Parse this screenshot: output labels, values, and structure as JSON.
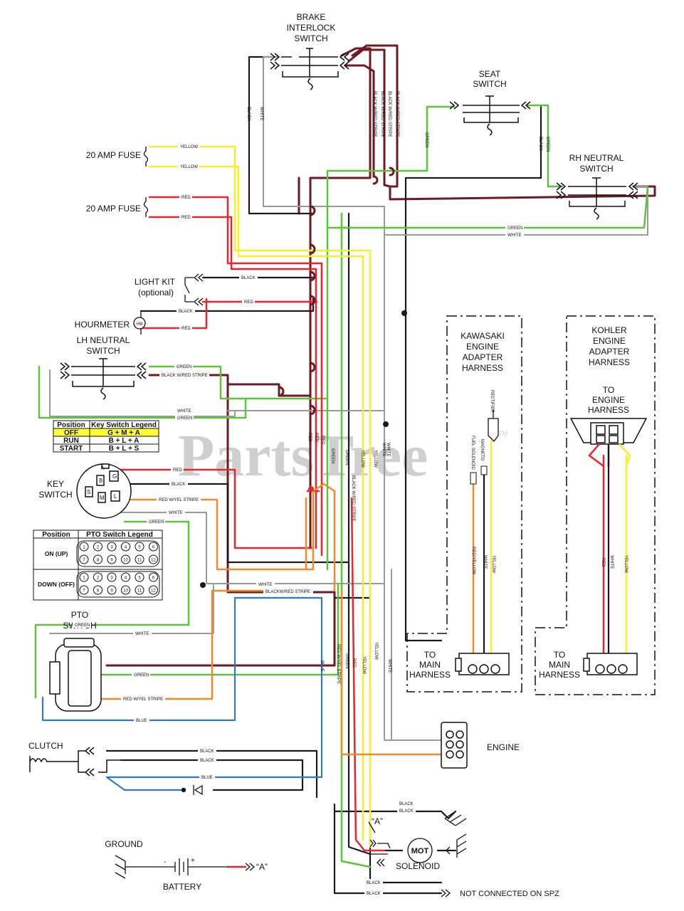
{
  "watermark": "PartsTree",
  "watermark_tm": "TM",
  "components": {
    "brake_interlock": [
      "BRAKE",
      "INTERLOCK",
      "SWITCH"
    ],
    "seat_switch": [
      "SEAT",
      "SWITCH"
    ],
    "rh_neutral": [
      "RH NEUTRAL",
      "SWITCH"
    ],
    "fuse_1": "20 AMP FUSE",
    "fuse_2": "20 AMP FUSE",
    "light_kit": [
      "LIGHT KIT",
      "(optional)"
    ],
    "hourmeter": "HOURMETER",
    "hourmeter_symbol": "HM",
    "lh_neutral": [
      "LH NEUTRAL",
      "SWITCH"
    ],
    "key_switch": [
      "KEY",
      "SWITCH"
    ],
    "pto_switch": [
      "PTO",
      "SWITCH"
    ],
    "kawasaki": [
      "KAWASAKI",
      "ENGINE",
      "ADAPTER",
      "HARNESS"
    ],
    "kohler": [
      "KOHLER",
      "ENGINE",
      "ADAPTER",
      "HARNESS"
    ],
    "to_engine_harness": [
      "TO",
      "ENGINE",
      "HARNESS"
    ],
    "to_main_harness_1": [
      "TO",
      "MAIN",
      "HARNESS"
    ],
    "to_main_harness_2": [
      "TO",
      "MAIN",
      "HARNESS"
    ],
    "engine": "ENGINE",
    "clutch": "CLUTCH",
    "ground": "GROUND",
    "battery": "BATTERY",
    "solenoid": "SOLENOID",
    "motor": "MOT",
    "point_a_1": "“A”",
    "point_a_2": "“A”",
    "not_connected": "NOT CONNECTED ON SPZ"
  },
  "key_switch_legend": {
    "headers": [
      "Position",
      "Key Switch Legend"
    ],
    "rows": [
      {
        "position": "OFF",
        "legend": "G + M + A"
      },
      {
        "position": "RUN",
        "legend": "B + L + A"
      },
      {
        "position": "START",
        "legend": "B + L + S"
      }
    ],
    "highlight_color": "#ffff33"
  },
  "pto_switch_legend": {
    "headers": [
      "Position",
      "PTO Switch Legend"
    ],
    "rows": [
      {
        "position": "ON (UP)",
        "top": [
          "1",
          "2",
          "3",
          "4",
          "5",
          "6"
        ],
        "bottom": [
          "7",
          "8",
          "9",
          "10",
          "11",
          "12"
        ]
      },
      {
        "position": "DOWN (OFF)",
        "top": [
          "1",
          "2",
          "3",
          "4",
          "5",
          "6"
        ],
        "bottom": [
          "7",
          "8",
          "9",
          "10",
          "11",
          "12"
        ]
      }
    ]
  },
  "key_terminals": [
    "A",
    "B",
    "G",
    "L",
    "M",
    "S"
  ],
  "wire_labels": {
    "yellow": "YELLOW",
    "red": "RED",
    "black": "BLACK",
    "white": "WHITE",
    "green": "GREEN",
    "blue": "BLUE",
    "black_red_stripe": "BLACK W/RED STRIPE",
    "black_red_stripe_alt": "BLACKW/RED STRIPE",
    "red_yel_stripe": "RED W/YEL STRIPE",
    "red_yellow": "RED/YELLOW",
    "fuel_solenoid": "FUEL SOLENOID",
    "magneto": "MAGNETO",
    "rectifier": "RECTIFIER"
  },
  "colors": {
    "red": "#e8262b",
    "yellow": "#f7ef28",
    "green": "#5cc43a",
    "blue": "#2f76d6",
    "black": "#1a1a1a",
    "maroon": "#6e1a22",
    "orange": "#f28a2c",
    "gray": "#8d8d8d",
    "white_wire": "#9a9a9a"
  }
}
